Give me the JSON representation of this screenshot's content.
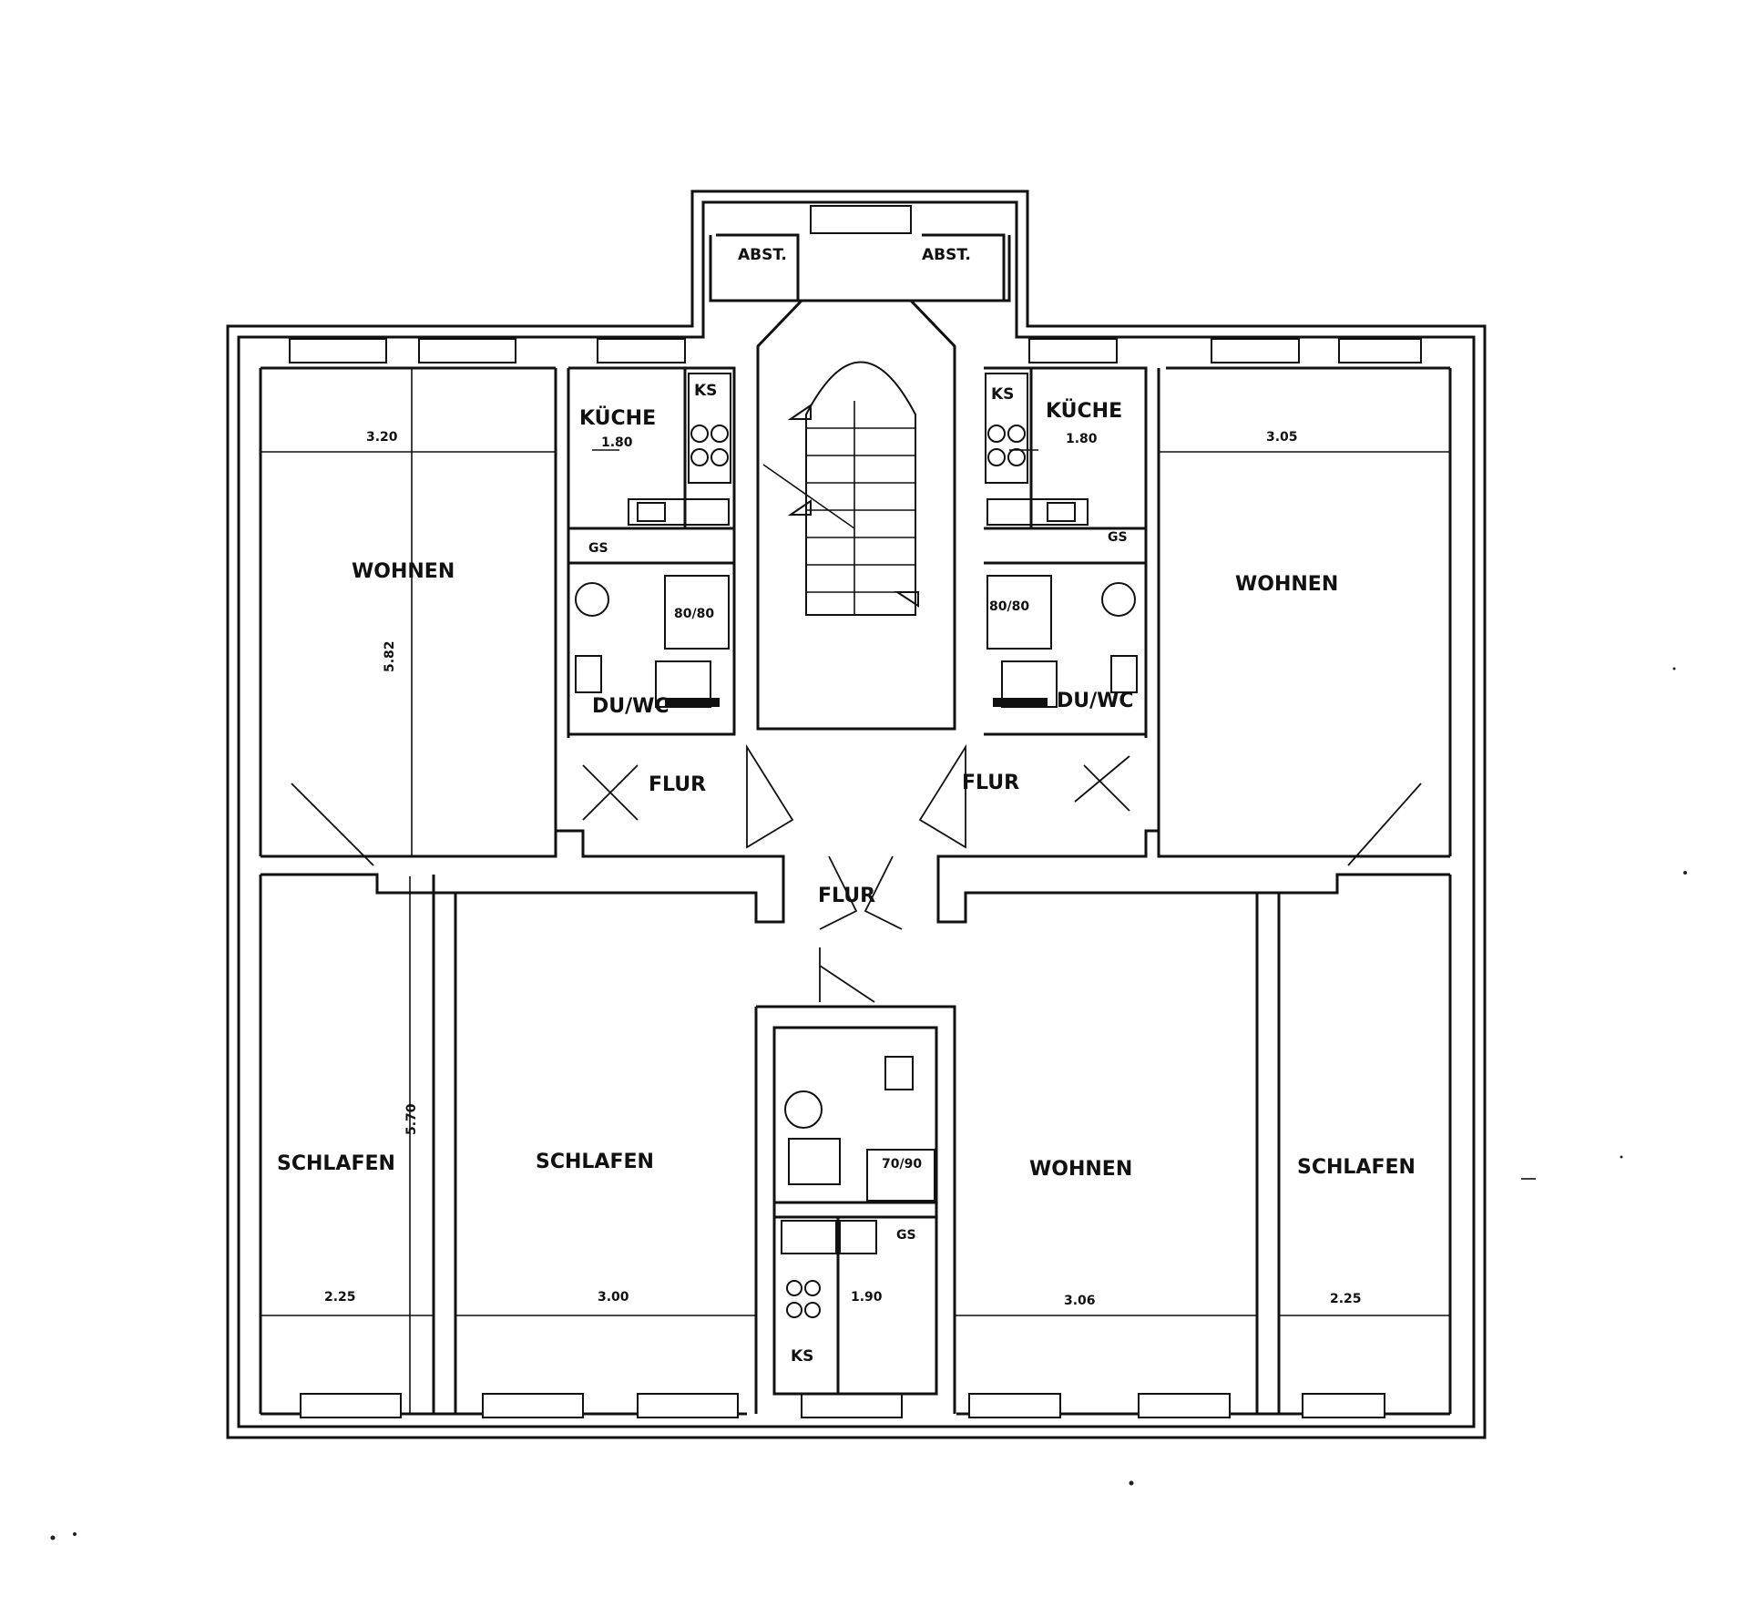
{
  "rooms": {
    "abst_left": "ABST.",
    "abst_right": "ABST.",
    "kueche_left": "KÜCHE",
    "kueche_right": "KÜCHE",
    "kueche_bottom_width": "1.90",
    "kueche_left_width": "1.80",
    "kueche_right_width": "1.80",
    "wohnen_top_left": "WOHNEN",
    "wohnen_top_right": "WOHNEN",
    "wohnen_bottom": "WOHNEN",
    "schlafen_left": "SCHLAFEN",
    "schlafen_mid": "SCHLAFEN",
    "schlafen_right": "SCHLAFEN",
    "flur_left": "FLUR",
    "flur_right": "FLUR",
    "flur_center": "FLUR",
    "duwc_left": "DU/WC",
    "duwc_right": "DU/WC"
  },
  "fixtures": {
    "ks_left": "KS",
    "ks_right": "KS",
    "ks_bottom": "KS",
    "gs_left": "GS",
    "gs_right": "GS",
    "gs_bottom": "GS",
    "shower_left": "80/80",
    "shower_right": "80/80",
    "shower_bottom": "70/90"
  },
  "dimensions": {
    "wohnen_top_left_width": "3.20",
    "wohnen_top_left_depth": "5.82",
    "wohnen_top_right_width": "3.05",
    "schlafen_left_width": "2.25",
    "schlafen_left_depth": "5.70",
    "schlafen_mid_width": "3.00",
    "wohnen_bottom_width": "3.06",
    "schlafen_right_width": "2.25"
  }
}
